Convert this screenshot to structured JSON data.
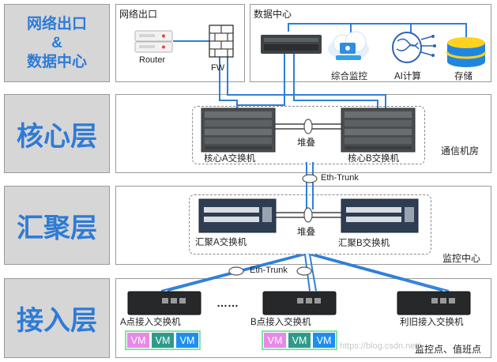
{
  "layers": {
    "egress": {
      "line1": "网络出口",
      "line2": "&",
      "line3": "数据中心"
    },
    "core": "核心层",
    "aggregation": "汇聚层",
    "access": "接入层"
  },
  "egress_panel": {
    "title": "网络出口",
    "router": "Router",
    "fw": "FW"
  },
  "datacenter_panel": {
    "title": "数据中心",
    "monitor": "综合监控",
    "ai": "AI计算",
    "storage": "存储"
  },
  "core_panel": {
    "switch_a": "核心A交换机",
    "stack": "堆叠",
    "switch_b": "核心B交换机",
    "location": "通信机房"
  },
  "trunk_core_agg": "Eth-Trunk",
  "agg_panel": {
    "switch_a": "汇聚A交换机",
    "stack": "堆叠",
    "switch_b": "汇聚B交换机",
    "location": "监控中心"
  },
  "trunk_agg_access": "Eth-Trunk",
  "access_panel": {
    "switch_a": "A点接入交换机",
    "ellipsis": "……",
    "switch_b": "B点接入交换机",
    "switch_old": "利旧接入交换机",
    "location": "监控点、值班点",
    "vm_label": "VM"
  },
  "watermark": "https://blog.csdn.net/",
  "colors": {
    "label_text": "#2e7bd6",
    "link": "#2f7fd8",
    "vm_pink": "#e988e8",
    "vm_teal": "#2f9a8a",
    "vm_blue": "#1e8ff0"
  }
}
